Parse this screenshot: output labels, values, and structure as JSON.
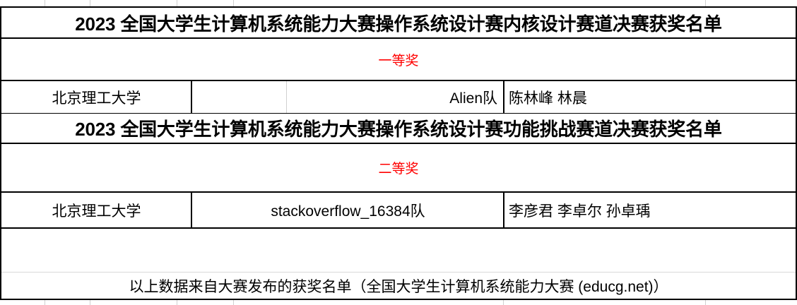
{
  "document": {
    "type": "spreadsheet-award-list",
    "accent_red": "#ff0000",
    "text_color": "#000000",
    "background": "#ffffff"
  },
  "sections": [
    {
      "title": "2023 全国大学生计算机系统能力大赛操作系统设计赛内核设计赛道决赛获奖名单",
      "award": "一等奖",
      "row": {
        "school": "北京理工大学",
        "blank": "",
        "team": "Alien队",
        "members": "陈林峰 林晨"
      }
    },
    {
      "title": "2023 全国大学生计算机系统能力大赛操作系统设计赛功能挑战赛道决赛获奖名单",
      "award": "二等奖",
      "row": {
        "school": "北京理工大学",
        "blank": "",
        "team": "stackoverflow_16384队",
        "members": "李彦君 李卓尔 孙卓瑀"
      }
    }
  ],
  "footer": {
    "note": "以上数据来自大赛发布的获奖名单（全国大学生计算机系统能力大赛 (educg.net)）"
  }
}
